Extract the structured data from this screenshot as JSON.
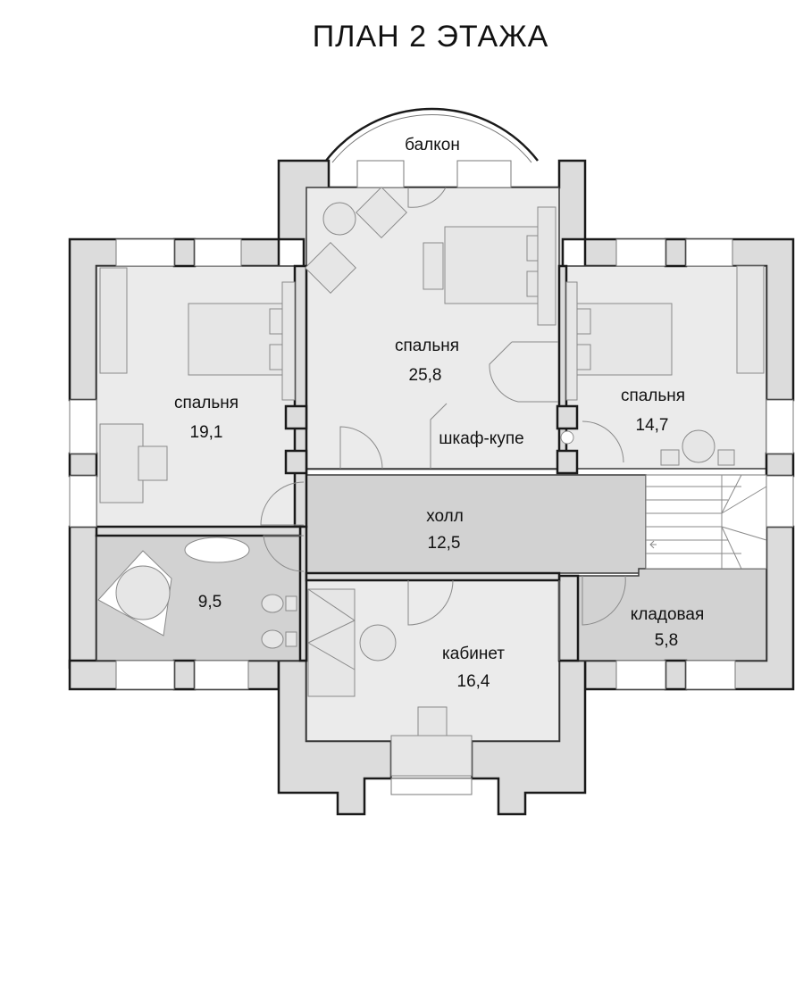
{
  "title": "ПЛАН 2 ЭТАЖА",
  "balcony": {
    "label": "балкон"
  },
  "rooms": {
    "bedroom_left": {
      "name": "спальня",
      "area": "19,1"
    },
    "bedroom_master": {
      "name": "спальня",
      "area": "25,8"
    },
    "bedroom_right": {
      "name": "спальня",
      "area": "14,7"
    },
    "wardrobe": {
      "name": "шкаф-купе"
    },
    "hall": {
      "name": "холл",
      "area": "12,5"
    },
    "bathroom": {
      "area": "9,5"
    },
    "office": {
      "name": "кабинет",
      "area": "16,4"
    },
    "storage": {
      "name": "кладовая",
      "area": "5,8"
    }
  },
  "colors": {
    "wall": "#dcdcdc",
    "room": "#ebebeb",
    "hall": "#d2d2d2",
    "outline": "#1a1a1a"
  }
}
